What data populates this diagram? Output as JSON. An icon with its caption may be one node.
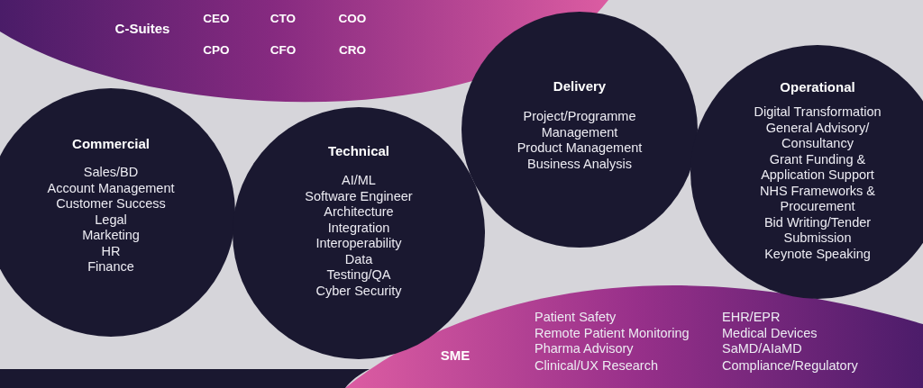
{
  "diagram": {
    "nodes": [
      {
        "text": [
          "C-Suites",
          "CEO",
          "CTO",
          "COO",
          "CPO",
          "CFO",
          "CRO"
        ]
      },
      {
        "text": [
          "Commercial",
          "Sales/BD",
          "Account Management",
          "Customer Success",
          "Legal",
          "Marketing",
          "HR",
          "Finance"
        ]
      },
      {
        "text": [
          "Technical",
          "AI/ML",
          "Software Engineer",
          "Architecture",
          "Integration",
          "Interoperability",
          "Data",
          "Testing/QA",
          "Cyber Security"
        ]
      },
      {
        "text": [
          "Delivery",
          "Project/Programme Management",
          "Product Management",
          "Business Analysis"
        ]
      },
      {
        "text": [
          "Operational",
          "Digital Transformation",
          "General Advisory/ Consultancy",
          "Grant Funding & Application Support",
          "NHS Frameworks & Procurement",
          "Bid Writing/Tender Submission",
          "Keynote Speaking"
        ]
      },
      {
        "text": [
          "SME",
          "Patient Safety",
          "Remote Patient Monitoring",
          "Pharma Advisory",
          "Clinical/UX Research",
          "EHR/EPR",
          "Medical Devices",
          "SaMD/AIaMD",
          "Compliance/Regulatory"
        ]
      },
      {
        "text": [],
        "shape": "bar"
      }
    ]
  }
}
